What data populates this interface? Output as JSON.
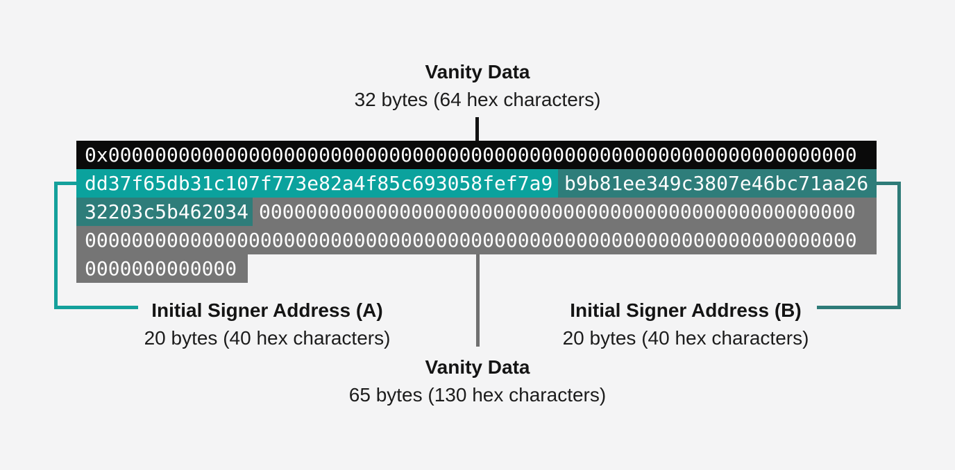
{
  "top_label": {
    "title": "Vanity Data",
    "subtitle": "32 bytes (64 hex characters)"
  },
  "hex_rows": {
    "row1_prefix_and_zeros": "0x0000000000000000000000000000000000000000000000000000000000000000",
    "row2": {
      "signer_a": "dd37f65db31c107f773e82a4f85c693058fef7a9",
      "signer_b_part1": "b9b81ee349c3807e46bc71aa26"
    },
    "row3": {
      "signer_b_part2": "32203c5b462034",
      "zeros": "000000000000000000000000000000000000000000000000000"
    },
    "row4": {
      "zeros": "000000000000000000000000000000000000000000000000000000000000000000"
    },
    "row5": {
      "zeros": "0000000000000"
    }
  },
  "labels": {
    "signer_a": {
      "title": "Initial Signer Address (A)",
      "subtitle": "20 bytes (40 hex characters)"
    },
    "signer_b": {
      "title": "Initial Signer Address (B)",
      "subtitle": "20 bytes (40 hex characters)"
    },
    "vanity_bottom": {
      "title": "Vanity Data",
      "subtitle": "65 bytes (130 hex characters)"
    }
  },
  "colors": {
    "page_background": "#f4f4f5",
    "prefix_row_black": "#0a0a0a",
    "signer_a_teal": "#0ba29d",
    "signer_b_teal": "#2e7d7a",
    "zeros_gray": "#757575",
    "bracket_a_teal": "#14a09b",
    "bracket_b_teal": "#2e7b78",
    "connector_gray": "#6f6f6f",
    "connector_black": "#121212",
    "hex_text": "#fdfdfd",
    "label_text": "#141414"
  }
}
